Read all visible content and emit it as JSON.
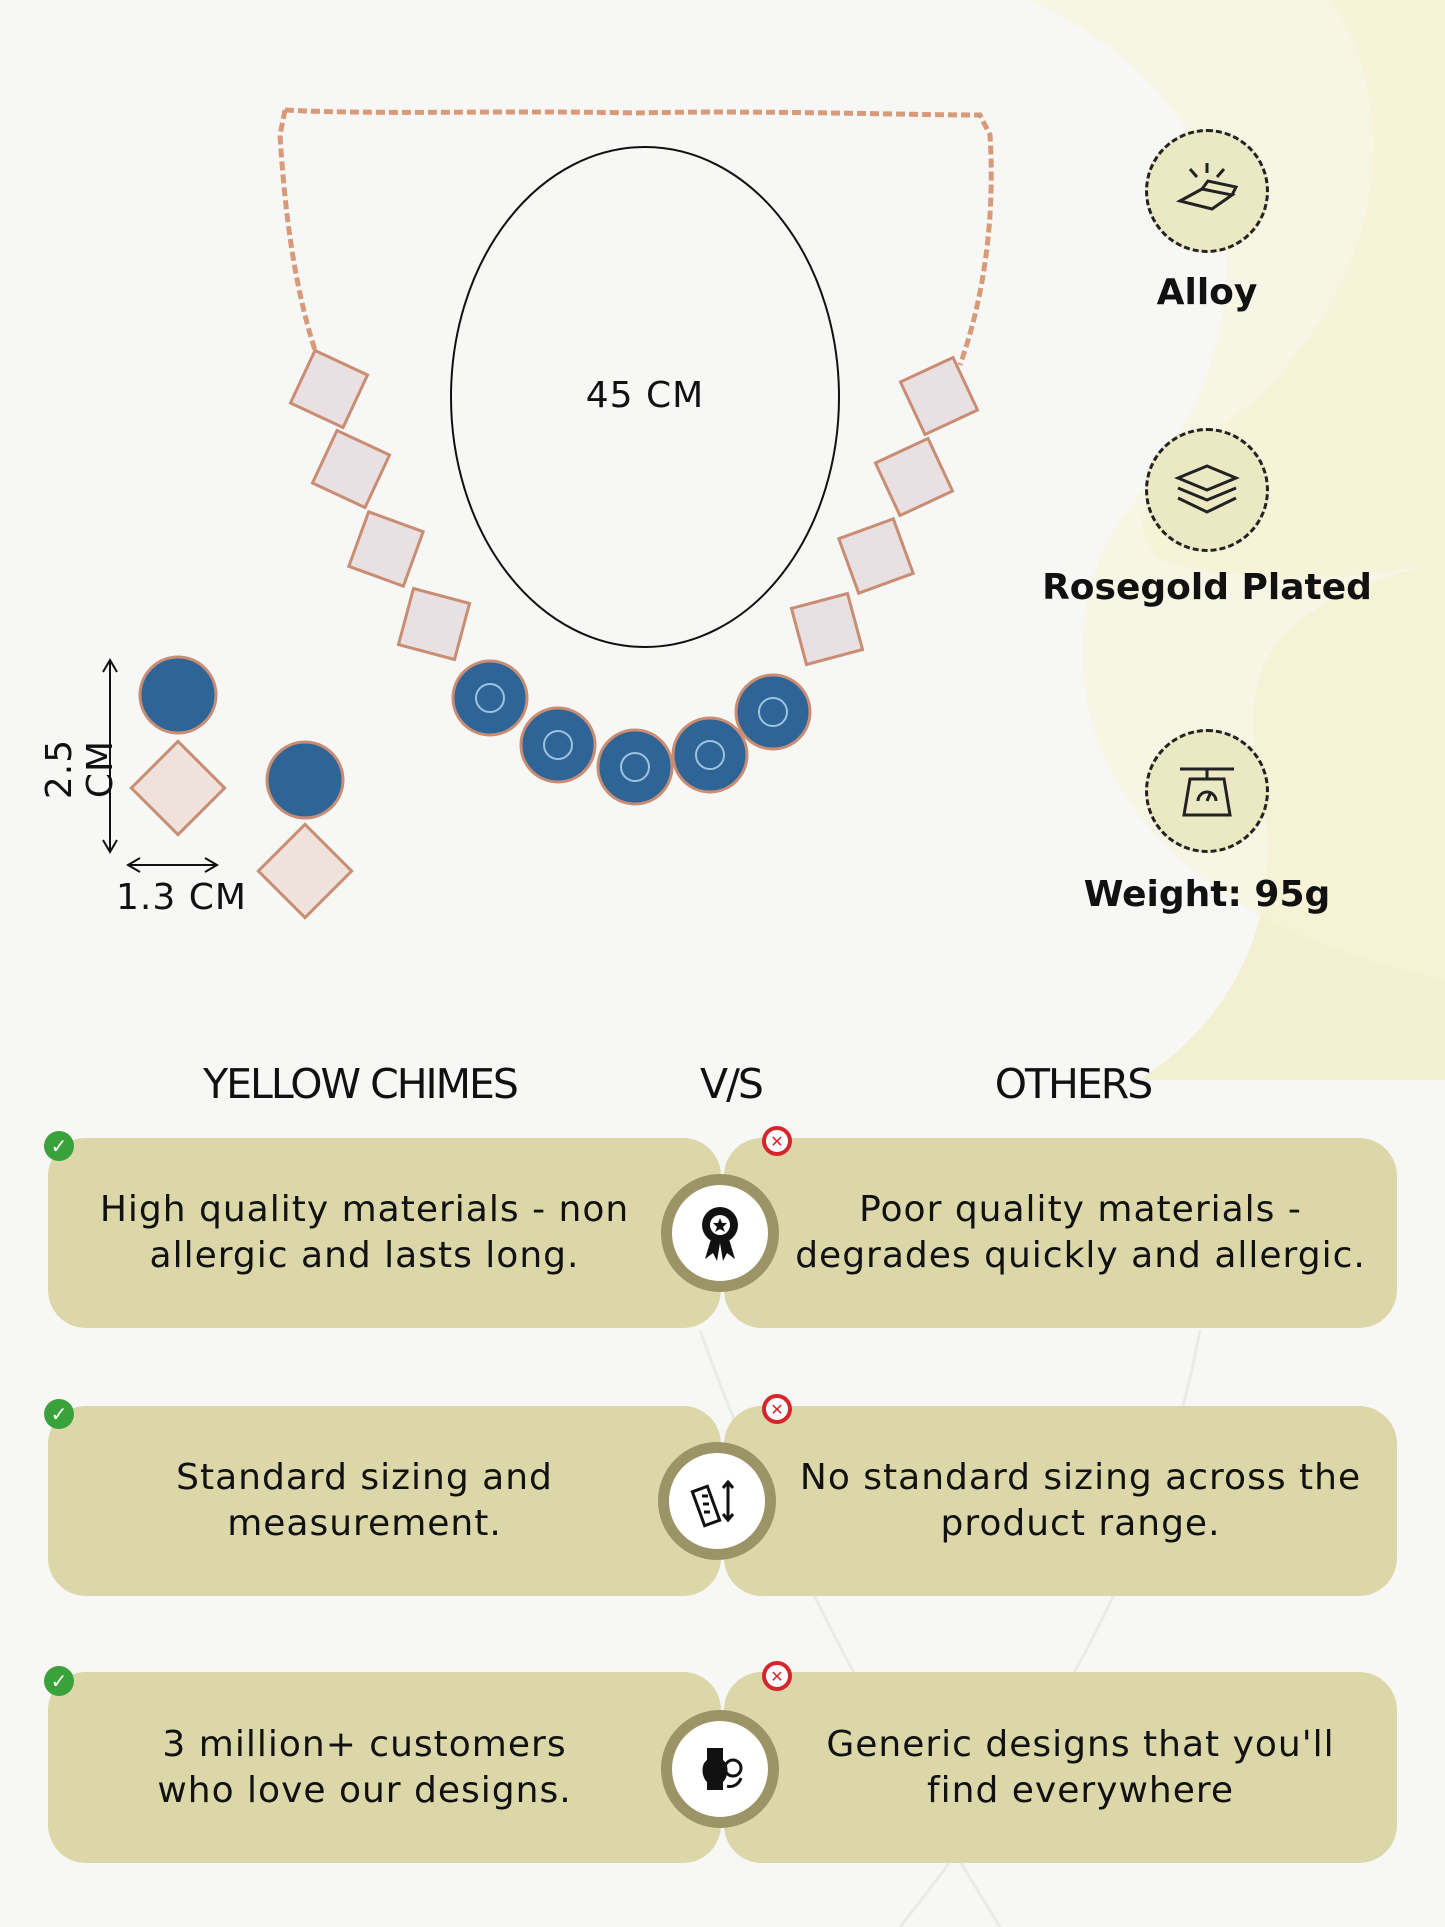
{
  "product": {
    "necklace_length": "45 CM",
    "earring_height": "2.5 CM",
    "earring_width": "1.3 CM"
  },
  "features": [
    {
      "icon": "gold-bars-icon",
      "label": "Alloy"
    },
    {
      "icon": "layers-icon",
      "label": "Rosegold Plated"
    },
    {
      "icon": "weighing-scale-icon",
      "label": "Weight: 95g"
    }
  ],
  "comparison": {
    "left_header": "YELLOW CHIMES",
    "vs_label": "V/S",
    "right_header": "OTHERS",
    "rows": [
      {
        "icon": "quality-badge-icon",
        "ours": [
          "High quality materials - non",
          "allergic and lasts long."
        ],
        "others": [
          "Poor quality materials -",
          "degrades quickly and allergic."
        ]
      },
      {
        "icon": "ruler-measure-icon",
        "ours": [
          "Standard sizing and",
          "measurement."
        ],
        "others": [
          "No standard sizing across the",
          "product range."
        ]
      },
      {
        "icon": "customer-love-icon",
        "ours": [
          "3 million+ customers",
          "who love our designs."
        ],
        "others": [
          "Generic designs that you'll",
          "find everywhere"
        ]
      }
    ]
  },
  "colors": {
    "card": "#dbd7a8",
    "ring": "#9a9466",
    "check": "#3aa23a",
    "cross": "#d6262c",
    "blue_stone": "#2a5d8f",
    "rosegold": "#e0a98a"
  }
}
